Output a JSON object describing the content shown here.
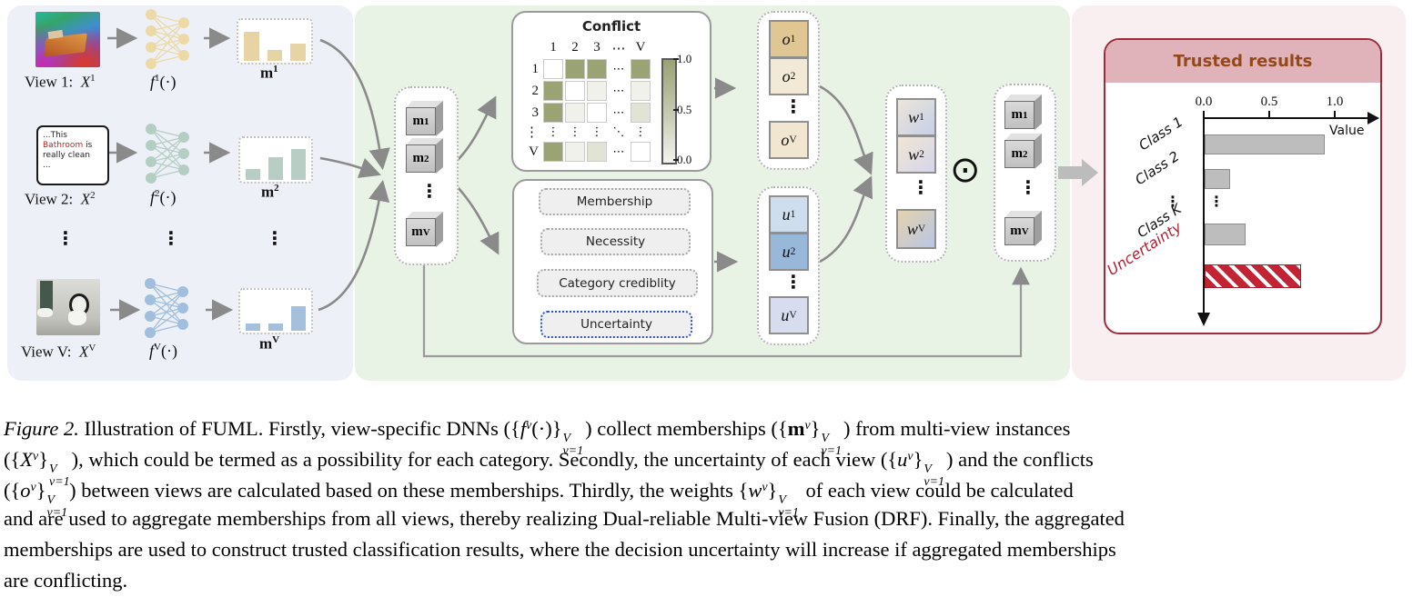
{
  "figure": {
    "left": {
      "views": [
        {
          "label": "View 1:",
          "x_base": "X",
          "x_sup": "1",
          "f_base": "f",
          "f_sup": "1",
          "f_args": "(·)",
          "m_base": "m",
          "m_sup": "1"
        },
        {
          "label": "View 2:",
          "x_base": "X",
          "x_sup": "2",
          "f_base": "f",
          "f_sup": "2",
          "f_args": "(·)",
          "m_base": "m",
          "m_sup": "2"
        },
        {
          "label": "View V:",
          "x_base": "X",
          "x_sup": "V",
          "f_base": "f",
          "f_sup": "V",
          "f_args": "(·)",
          "m_base": "m",
          "m_sup": "V"
        }
      ],
      "text_snippet": {
        "l1": "...This",
        "red": "Bathroom",
        "l2": " is",
        "l3": "really clean",
        "l4": "..."
      },
      "dots": "⋮"
    },
    "center": {
      "m_base": "m",
      "sups": [
        "1",
        "2",
        "V"
      ],
      "dots": "⋮",
      "conflict_title": "Conflict",
      "colorbar_ticks": [
        "1.0",
        "0.5",
        "0.0"
      ],
      "flow_steps": [
        "Membership",
        "Necessity",
        "Category crediblity",
        "Uncertainty"
      ],
      "o_base": "o",
      "u_base": "u",
      "w_base": "w",
      "odot": "⊙"
    },
    "trusted": {
      "title": "Trusted results"
    }
  },
  "colors": {
    "left_panel_bg": "#edf0f7",
    "mid_panel_bg": "#e8f2e5",
    "right_panel_bg": "#faeff0",
    "view1_accent": "#e7d4a4",
    "view2_accent": "#b8cec4",
    "viewV_accent": "#a4c0dc",
    "conflict_high": "#9aa374",
    "trusted_border": "#9c2b3c",
    "trusted_header_bg": "#e0b2b9",
    "trusted_title": "#93491b",
    "uncertainty_red": "#c22434",
    "bar_gray": "#bdbdbd"
  },
  "chart_data": [
    {
      "type": "bar",
      "orientation": "horizontal",
      "title": "Trusted results",
      "categories": [
        "Class 1",
        "Class 2",
        "⋮",
        "Class K",
        "Uncertainty"
      ],
      "values": [
        0.9,
        0.18,
        null,
        0.3,
        0.72
      ],
      "xlabel": "Value",
      "xlim": [
        0,
        1
      ],
      "xticks": [
        0.0,
        0.5,
        1.0
      ],
      "xtick_labels": [
        "0.0",
        "0.5",
        "1.0"
      ],
      "grid": false,
      "note": "Uncertainty bar drawn with red-white diagonal hatching"
    },
    {
      "type": "heatmap",
      "title": "Conflict",
      "rows": [
        "1",
        "2",
        "3",
        "⋮",
        "V"
      ],
      "cols": [
        "1",
        "2",
        "3",
        "⋯",
        "V"
      ],
      "values": [
        [
          0,
          1,
          1,
          null,
          1
        ],
        [
          1,
          0,
          0.15,
          null,
          0.15
        ],
        [
          1,
          0.15,
          0,
          null,
          0.3
        ],
        null,
        [
          1,
          0.15,
          0.3,
          null,
          0
        ]
      ],
      "colorbar": {
        "min": 0.0,
        "max": 1.0,
        "ticks": [
          1.0,
          0.5,
          0.0
        ]
      }
    },
    {
      "type": "bar",
      "title": "m1 memberships",
      "values": [
        0.75,
        0.28,
        0.45
      ]
    },
    {
      "type": "bar",
      "title": "m2 memberships",
      "values": [
        0.28,
        0.6,
        0.8
      ]
    },
    {
      "type": "bar",
      "title": "mV memberships",
      "values": [
        0.2,
        0.2,
        0.65
      ]
    }
  ],
  "caption": {
    "lines": [
      [
        {
          "t": "Figure 2.",
          "c": "i"
        },
        {
          "t": " Illustration of FUML. Firstly, view-specific DNNs ({"
        },
        {
          "t": "f",
          "c": "i"
        },
        {
          "t": "v",
          "c": "sup i"
        },
        {
          "t": "(·)}"
        },
        {
          "top": "V",
          "bot": "v=1"
        },
        {
          "t": ") collect memberships ({"
        },
        {
          "t": "m",
          "c": "b"
        },
        {
          "t": "v",
          "c": "sup i"
        },
        {
          "t": "}"
        },
        {
          "top": "V",
          "bot": "v=1"
        },
        {
          "t": ") from multi-view instances"
        }
      ],
      [
        {
          "t": "({"
        },
        {
          "t": "X",
          "c": "i"
        },
        {
          "t": "v",
          "c": "sup i"
        },
        {
          "t": "}"
        },
        {
          "top": "V",
          "bot": "v=1"
        },
        {
          "t": "), which could be termed as a possibility for each category. Secondly, the uncertainty of each view ({"
        },
        {
          "t": "u",
          "c": "i"
        },
        {
          "t": "v",
          "c": "sup i"
        },
        {
          "t": "}"
        },
        {
          "top": "V",
          "bot": "v=1"
        },
        {
          "t": ") and the conflicts"
        }
      ],
      [
        {
          "t": "({"
        },
        {
          "t": "o",
          "c": "i"
        },
        {
          "t": "v",
          "c": "sup i"
        },
        {
          "t": "}"
        },
        {
          "top": "V",
          "bot": "v=1"
        },
        {
          "t": ") between views are calculated based on these memberships. Thirdly, the weights {"
        },
        {
          "t": "w",
          "c": "i"
        },
        {
          "t": "v",
          "c": "sup i"
        },
        {
          "t": "}"
        },
        {
          "top": "V",
          "bot": "v=1"
        },
        {
          "t": " of each view could be calculated"
        }
      ],
      [
        {
          "t": "and are used to aggregate memberships from all views, thereby realizing Dual-reliable Multi-view Fusion (DRF). Finally, the aggregated"
        }
      ],
      [
        {
          "t": "memberships are used to construct trusted classification results, where the decision uncertainty will increase if aggregated memberships"
        }
      ],
      [
        {
          "t": "are conflicting."
        }
      ]
    ]
  }
}
